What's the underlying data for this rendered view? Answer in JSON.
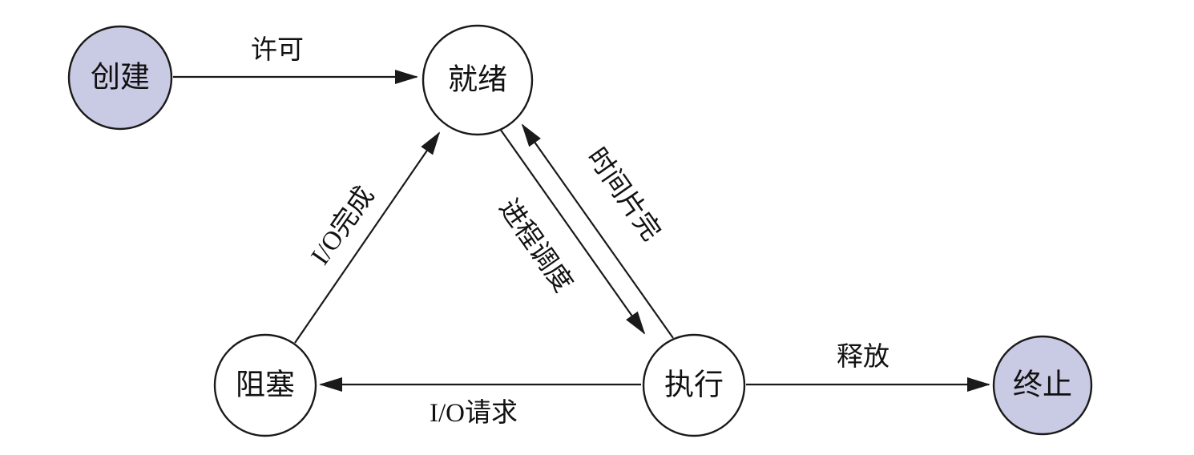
{
  "diagram": {
    "type": "state-transition-diagram",
    "colors": {
      "shaded_node_fill": "#c9cae3",
      "plain_node_fill": "#ffffff",
      "stroke": "#1a1a1a"
    },
    "nodes": [
      {
        "id": "create",
        "label": "创建",
        "style": "shaded"
      },
      {
        "id": "ready",
        "label": "就绪",
        "style": "plain"
      },
      {
        "id": "blocked",
        "label": "阻塞",
        "style": "plain"
      },
      {
        "id": "running",
        "label": "执行",
        "style": "plain"
      },
      {
        "id": "terminated",
        "label": "终止",
        "style": "shaded"
      }
    ],
    "edges": [
      {
        "id": "admit",
        "from": "create",
        "to": "ready",
        "label": "许可"
      },
      {
        "id": "io-complete",
        "from": "blocked",
        "to": "ready",
        "label": "I/O完成"
      },
      {
        "id": "dispatch",
        "from": "ready",
        "to": "running",
        "label": "进程调度"
      },
      {
        "id": "timeslice-expire",
        "from": "running",
        "to": "ready",
        "label": "时间片完"
      },
      {
        "id": "io-request",
        "from": "running",
        "to": "blocked",
        "label": "I/O请求"
      },
      {
        "id": "release",
        "from": "running",
        "to": "terminated",
        "label": "释放"
      }
    ]
  }
}
